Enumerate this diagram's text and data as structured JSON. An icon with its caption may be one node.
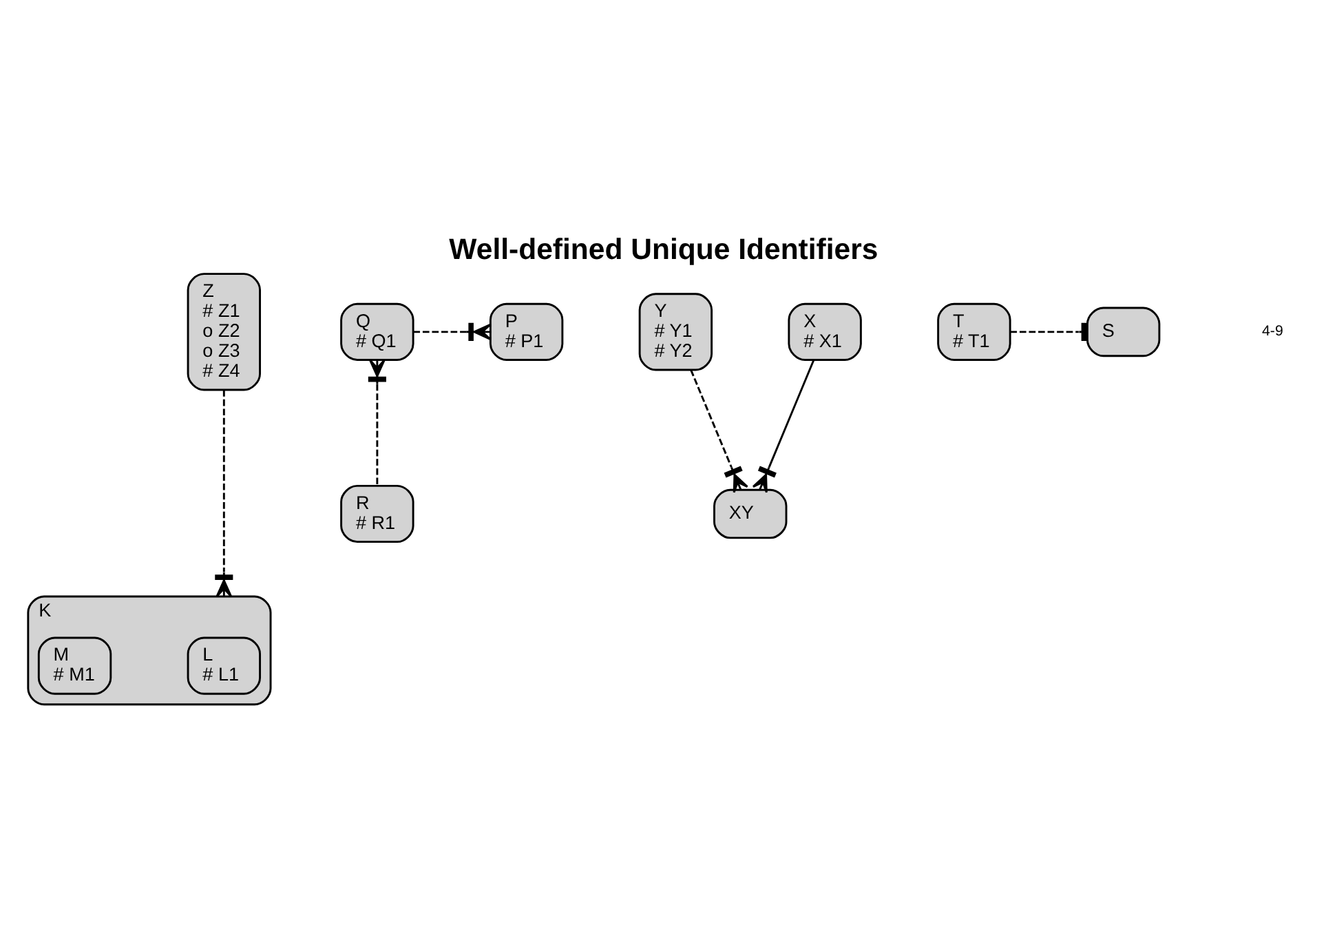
{
  "diagram": {
    "title": "Well-defined Unique Identifiers",
    "nodes": [
      {
        "text": [
          "Z",
          "# Z1",
          "o Z2",
          "o Z3",
          "# Z4"
        ]
      },
      {
        "text": [
          "Q",
          "# Q1"
        ]
      },
      {
        "text": [
          "P",
          "# P1"
        ]
      },
      {
        "text": [
          "Y",
          "# Y1",
          "# Y2"
        ]
      },
      {
        "text": [
          "K"
        ]
      },
      {
        "text": [
          "L",
          "# L1"
        ],
        "in": 4
      },
      {
        "text": [
          "M",
          "# M1"
        ],
        "in": 4
      },
      {
        "text": [
          "X",
          "# X1"
        ]
      },
      {
        "text": [
          "XY"
        ]
      },
      {
        "text": [
          "R",
          "# R1"
        ]
      },
      {
        "text": [
          "T",
          "# T1"
        ]
      },
      {
        "text": [
          "S"
        ]
      }
    ],
    "edges": [
      {
        "from": 0,
        "to": 4,
        "arrow": "other",
        "style": "dashed"
      },
      {
        "from": 1,
        "to": 2,
        "arrow": "other",
        "style": "dashed"
      },
      {
        "from": 9,
        "to": 1,
        "arrow": "other",
        "style": "dashed"
      },
      {
        "from": 7,
        "to": 8,
        "arrow": "other"
      },
      {
        "from": 3,
        "to": 8,
        "arrow": "other",
        "style": "dashed"
      },
      {
        "from": 10,
        "to": 11,
        "arrow": "other",
        "style": "dashed"
      }
    ],
    "labels": [
      "4-9"
    ]
  }
}
